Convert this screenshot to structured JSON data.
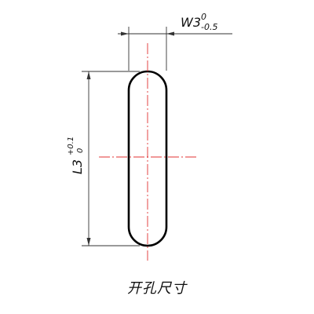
{
  "drawing": {
    "width_dim": {
      "prefix": "W3",
      "upper_tol": "0",
      "lower_tol": "-0.5"
    },
    "length_dim": {
      "prefix": "L3",
      "upper_tol": "+0.1",
      "lower_tol": "0"
    },
    "caption": "开孔尺寸",
    "colors": {
      "outline": "#000000",
      "dimension_line": "#333333",
      "centerline": "#e03030"
    }
  }
}
